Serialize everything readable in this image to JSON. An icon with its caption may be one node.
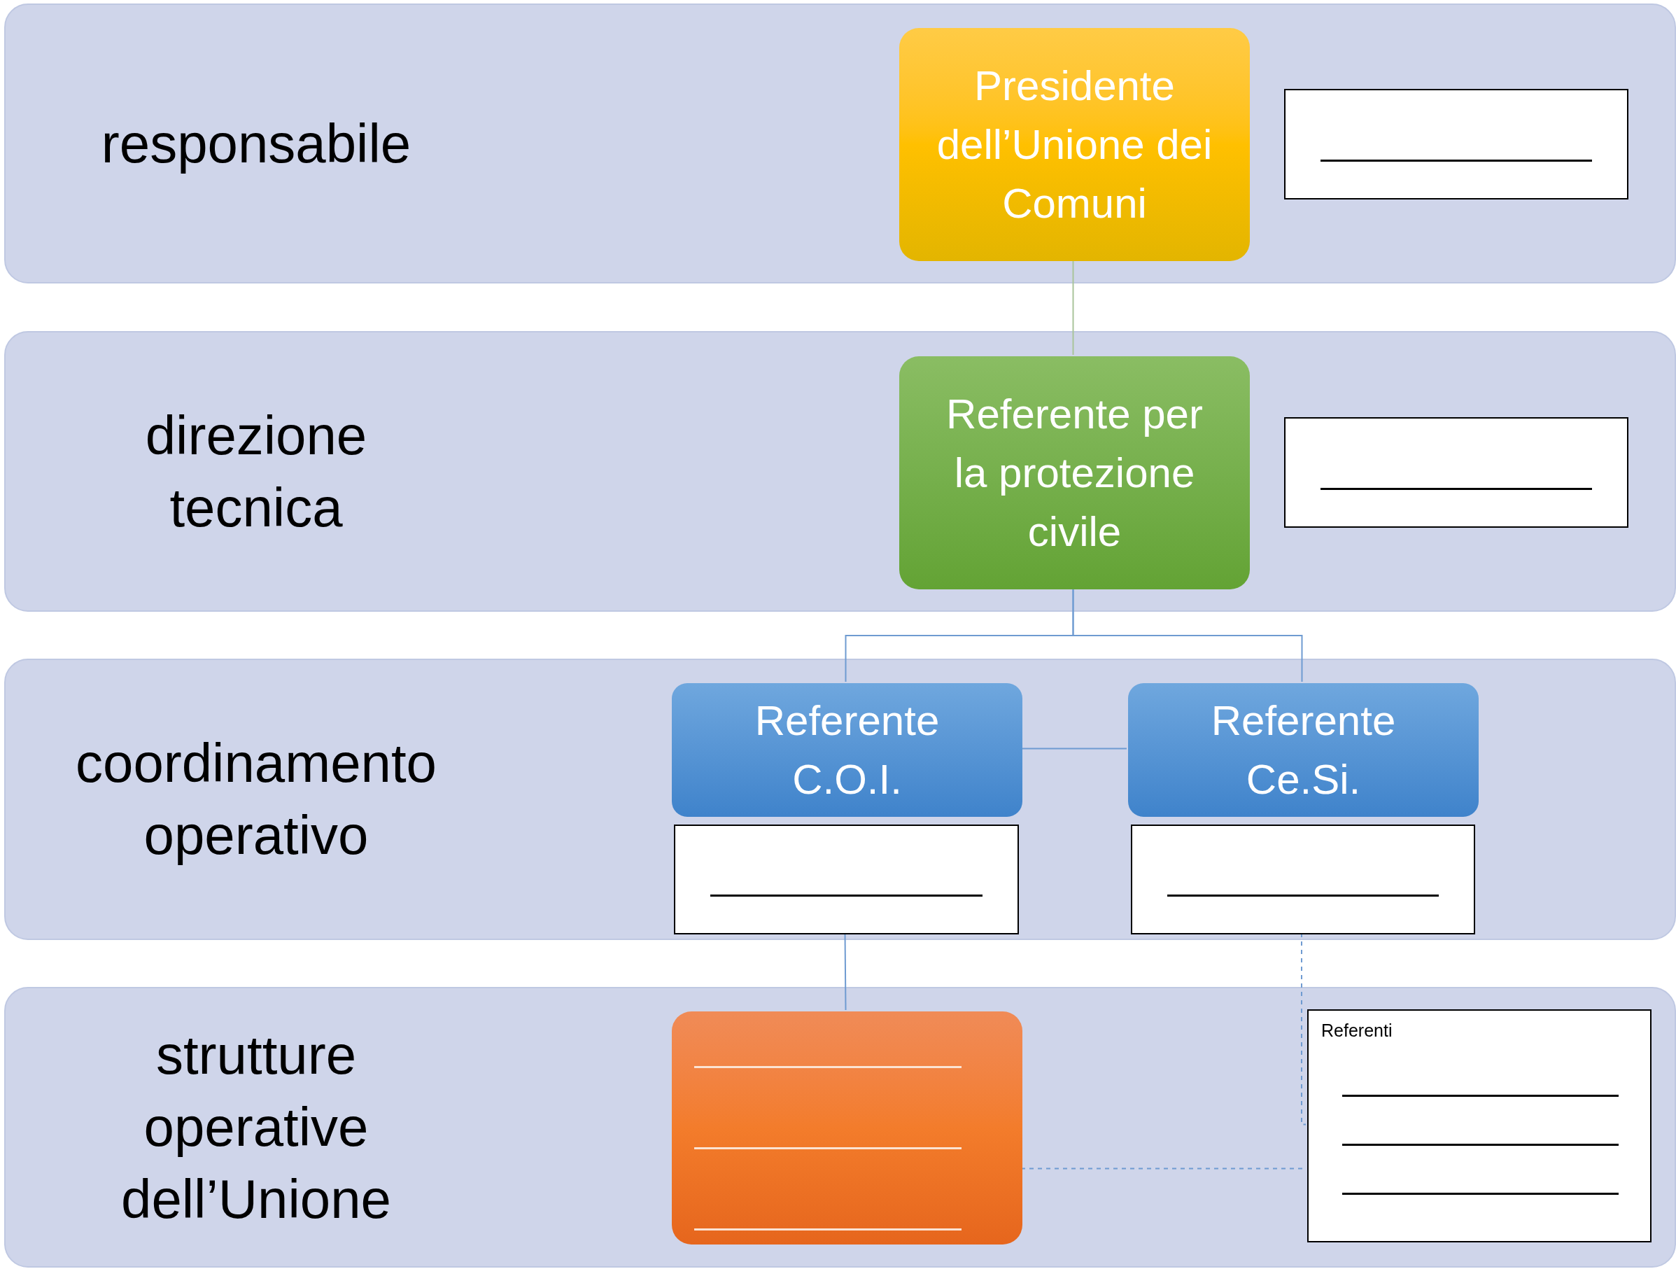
{
  "diagram": {
    "nodes": [
      {
        "text": [
          "responsabile"
        ]
      },
      {
        "text": [
          "Presidente dell’Unione dei Comuni"
        ],
        "in": 0
      },
      {
        "text": [],
        "shape": "box",
        "in": 0
      },
      {
        "text": [
          "direzione tecnica"
        ]
      },
      {
        "text": [
          "Referente per la protezione civile"
        ],
        "in": 3
      },
      {
        "text": [],
        "shape": "box",
        "in": 3
      },
      {
        "text": [
          "coordinamento operativo"
        ]
      },
      {
        "text": [
          "Referente C.O.I."
        ],
        "in": 6
      },
      {
        "text": [
          "Referente Ce.Si."
        ],
        "in": 6
      },
      {
        "text": [],
        "shape": "box",
        "in": 6
      },
      {
        "text": [],
        "shape": "box",
        "in": 6
      },
      {
        "text": [
          "strutture operative dell’Unione"
        ]
      },
      {
        "text": [],
        "shape": "box",
        "in": 11
      },
      {
        "text": [
          "Referenti"
        ],
        "in": 11
      }
    ],
    "edges": [
      {
        "from": 1,
        "to": 4,
        "arrow": "none",
        "color": "#a9c49a"
      },
      {
        "from": 4,
        "to": 7,
        "arrow": "none"
      },
      {
        "from": 4,
        "to": 8,
        "arrow": "none"
      },
      {
        "from": 7,
        "to": 8,
        "arrow": "none"
      },
      {
        "from": 9,
        "to": 12,
        "arrow": "none"
      },
      {
        "from": 10,
        "to": 13,
        "arrow": "none",
        "style": "dashed"
      },
      {
        "from": 12,
        "to": 13,
        "arrow": "none",
        "style": "dashed"
      }
    ]
  }
}
